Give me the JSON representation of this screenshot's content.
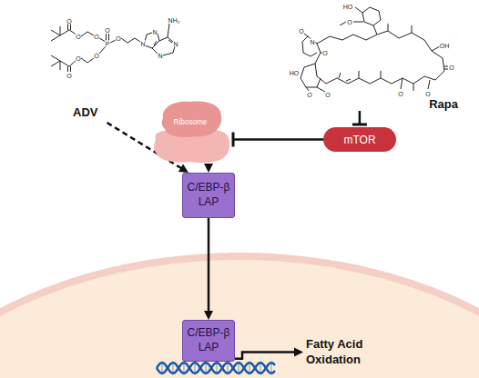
{
  "diagram": {
    "nodes": [
      {
        "text": [
          "ADV"
        ]
      },
      {
        "text": [
          "Rapa"
        ]
      },
      {
        "text": [
          "Ribosome"
        ]
      },
      {
        "text": [
          "mTOR"
        ]
      },
      {
        "text": [
          "C/EBP-β LAP"
        ]
      },
      {
        "text": [
          "C/EBP-β LAP"
        ]
      },
      {
        "text": [
          "Fatty Acid Oxidation"
        ]
      }
    ],
    "edges": [
      {
        "from": 0,
        "to": 4,
        "arrow": "to"
      },
      {
        "from": 1,
        "to": 3,
        "arrow": "to"
      },
      {
        "from": 3,
        "to": 2,
        "arrow": "to"
      },
      {
        "from": 2,
        "to": 4,
        "arrow": "to"
      },
      {
        "from": 4,
        "to": 5,
        "arrow": "to"
      },
      {
        "from": 5,
        "to": 6,
        "arrow": "to"
      }
    ],
    "labels": [
      "O",
      "O",
      "O",
      "O",
      "O",
      "O",
      "P",
      "O",
      "O",
      "N",
      "N",
      "N",
      "N",
      "NH₂",
      "HO",
      "O",
      "O",
      "N",
      "O",
      "OH",
      "O",
      "O",
      "O",
      "HO",
      "O",
      "O"
    ]
  }
}
